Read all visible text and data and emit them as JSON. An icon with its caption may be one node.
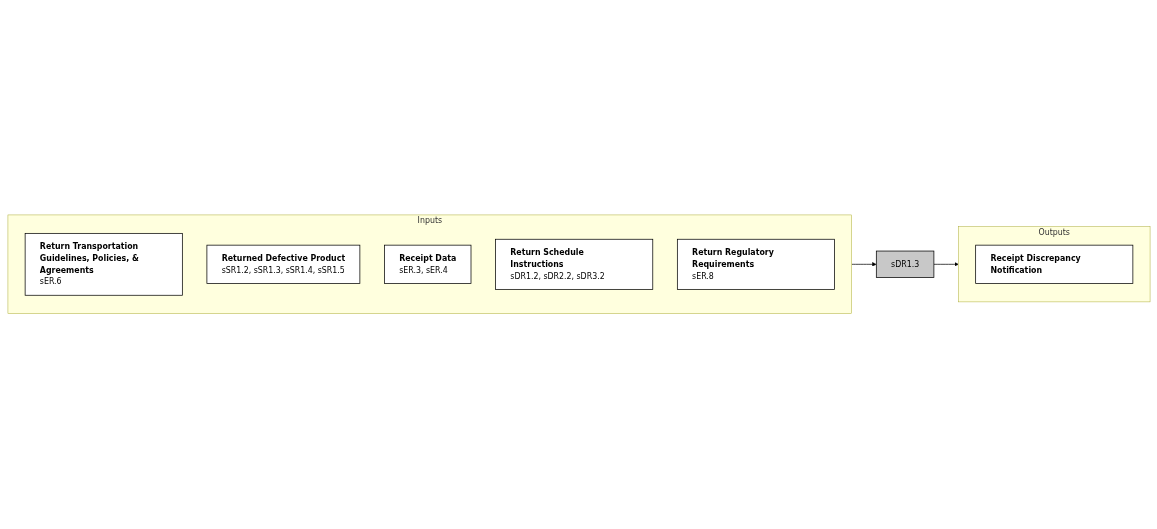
{
  "diagram": {
    "nodes": [
      {
        "text": [
          "Inputs"
        ]
      },
      {
        "text": [
          "Return Transportation Guidelines, Policies, & Agreements",
          "sER.6"
        ],
        "in": 0
      },
      {
        "text": [
          "Returned Defective Product",
          "sSR1.2, sSR1.3, sSR1.4, sSR1.5"
        ],
        "in": 0
      },
      {
        "text": [
          "Receipt Data",
          "sER.3, sER.4"
        ],
        "in": 0
      },
      {
        "text": [
          "Return Schedule Instructions",
          "sDR1.2, sDR2.2, sDR3.2"
        ],
        "in": 0
      },
      {
        "text": [
          "Return Regulatory Requirements",
          "sER.8"
        ],
        "in": 0
      },
      {
        "text": [
          "sDR1.3"
        ]
      },
      {
        "text": [
          "Outputs"
        ]
      },
      {
        "text": [
          "Receipt Discrepancy Notification"
        ],
        "in": 7
      }
    ],
    "edges": [
      {
        "from": 0,
        "to": 6,
        "arrow": "to"
      },
      {
        "from": 6,
        "to": 7,
        "arrow": "to"
      }
    ]
  }
}
